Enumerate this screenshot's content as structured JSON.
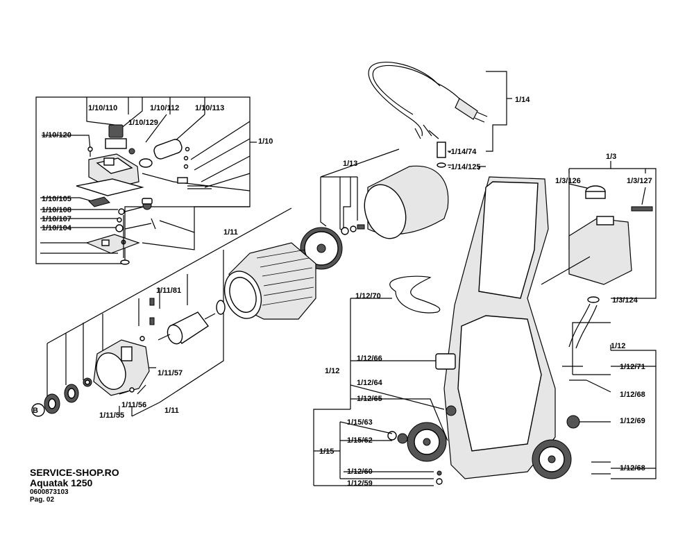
{
  "footer": {
    "site": "SERVICE-SHOP.RO",
    "model": "Aquatak 1250",
    "part_number": "0600873103",
    "page": "Pag. 02"
  },
  "labels": {
    "l_1_10_110": "1/10/110",
    "l_1_10_112": "1/10/112",
    "l_1_10_113": "1/10/113",
    "l_1_10_129": "1/10/129",
    "l_1_10_120": "1/10/120",
    "l_1_10": "1/10",
    "l_1_10_105": "1/10/105",
    "l_1_10_108": "1/10/108",
    "l_1_10_107": "1/10/107",
    "l_1_10_104": "1/10/104",
    "l_1_14": "1/14",
    "l_1_14_74": "-1/14/74",
    "l_1_14_125": "-1/14/125",
    "l_1_13": "1/13",
    "l_1_11_top": "1/11",
    "l_1_11_81": "1/11/81",
    "l_1_11_57": "1/11/57",
    "l_1_11_56": "1/11/56",
    "l_1_11_55": "1/11/55",
    "l_1_11_bottom": "1/11",
    "l_b": "B",
    "l_1_3": "1/3",
    "l_1_3_126": "1/3/126",
    "l_1_3_127": "1/3/127",
    "l_1_3_124": "1/3/124",
    "l_1_12_70": "1/12/70",
    "l_1_12_left": "1/12",
    "l_1_12_66": "1/12/66",
    "l_1_12_64": "1/12/64",
    "l_1_12_65": "1/12/65",
    "l_1_15_63": "1/15/63",
    "l_1_15_62": "1/15/62",
    "l_1_15": "1/15",
    "l_1_12_60": "1/12/60",
    "l_1_12_59": "1/12/59",
    "l_1_12_right": "1/12",
    "l_1_12_71": "1/12/71",
    "l_1_12_68a": "1/12/68",
    "l_1_12_69": "1/12/69",
    "l_1_12_68b": "1/12/68"
  }
}
